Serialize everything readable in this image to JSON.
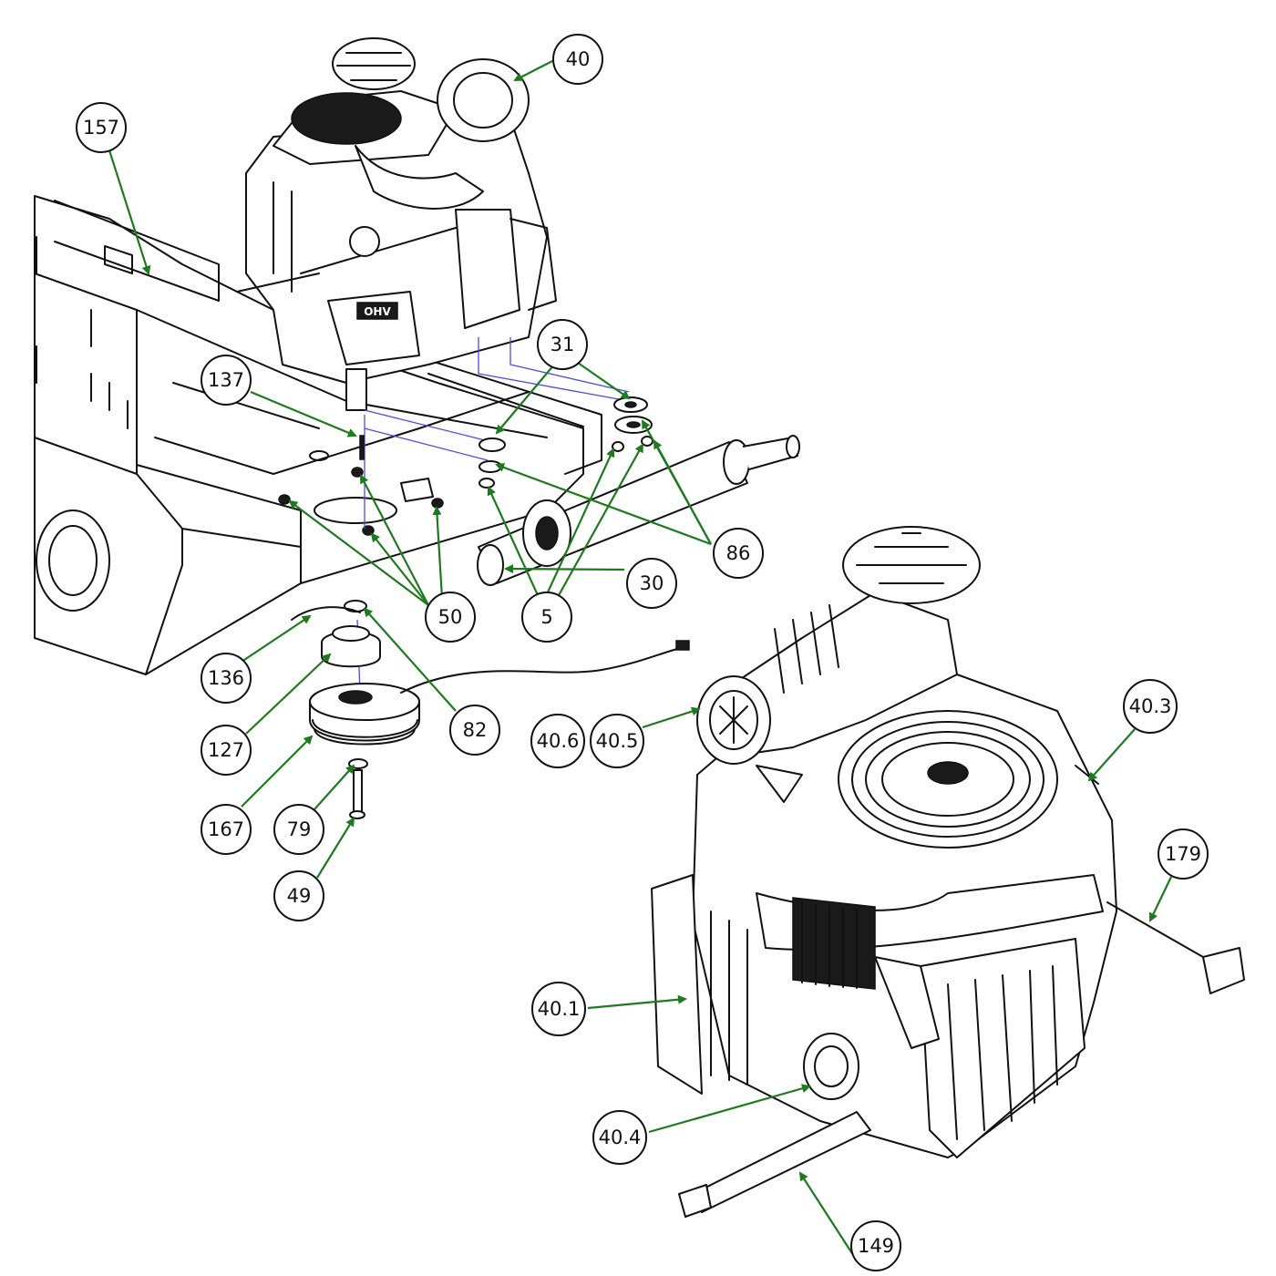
{
  "diagram": {
    "callouts": [
      {
        "id": "c40",
        "label": "40"
      },
      {
        "id": "c157",
        "label": "157"
      },
      {
        "id": "c31",
        "label": "31"
      },
      {
        "id": "c137",
        "label": "137"
      },
      {
        "id": "c86",
        "label": "86"
      },
      {
        "id": "c30",
        "label": "30"
      },
      {
        "id": "c50",
        "label": "50"
      },
      {
        "id": "c5",
        "label": "5"
      },
      {
        "id": "c136",
        "label": "136"
      },
      {
        "id": "c82",
        "label": "82"
      },
      {
        "id": "c127",
        "label": "127"
      },
      {
        "id": "c167",
        "label": "167"
      },
      {
        "id": "c79",
        "label": "79"
      },
      {
        "id": "c49",
        "label": "49"
      },
      {
        "id": "c40_6",
        "label": "40.6"
      },
      {
        "id": "c40_5",
        "label": "40.5"
      },
      {
        "id": "c40_3",
        "label": "40.3"
      },
      {
        "id": "c179",
        "label": "179"
      },
      {
        "id": "c40_1",
        "label": "40.1"
      },
      {
        "id": "c40_4",
        "label": "40.4"
      },
      {
        "id": "c149",
        "label": "149"
      }
    ],
    "engine_badge": "OHV",
    "colors": {
      "leader": "#1e7a1e",
      "guide": "#4a4ae6",
      "line": "#111111"
    }
  }
}
